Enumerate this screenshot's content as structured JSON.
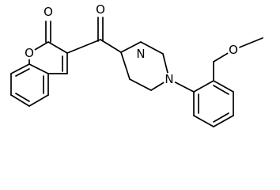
{
  "molecule": {
    "atoms": {
      "carbonyl_o_top": "O",
      "amide_o": "O",
      "ring_o": "O",
      "piperazine_n1": "N",
      "piperazine_n4": "N",
      "methoxy_o": "O"
    }
  }
}
